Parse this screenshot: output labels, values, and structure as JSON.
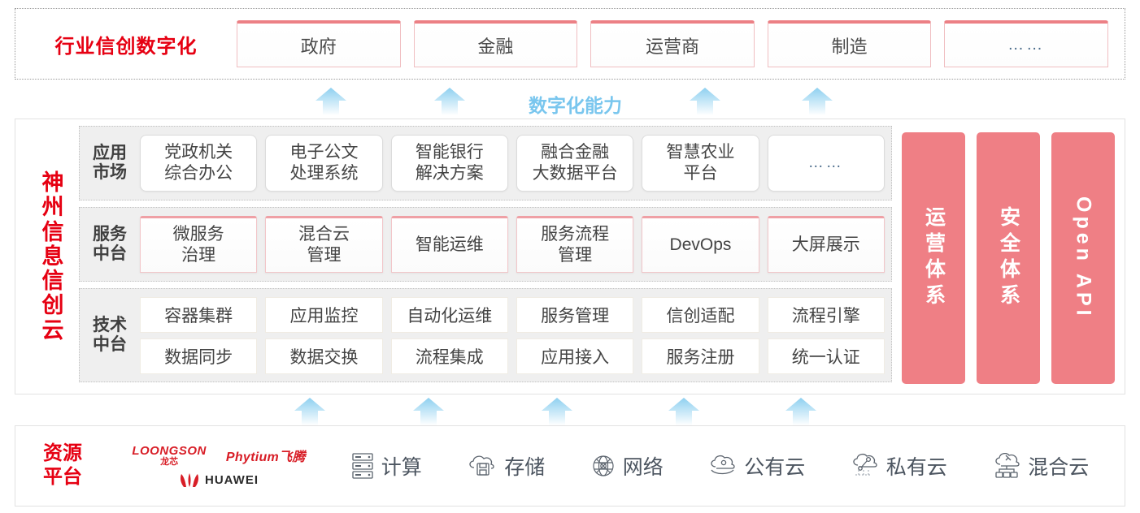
{
  "colors": {
    "brand_red": "#e60012",
    "pink_pillar": "#ef7f85",
    "arrow_blue": "#a8dcf5",
    "label_blue": "#79c6ee",
    "panel_gray": "#efefef"
  },
  "industry": {
    "label": "行业信创数字化",
    "boxes": [
      {
        "label": "政府"
      },
      {
        "label": "金融"
      },
      {
        "label": "运营商"
      },
      {
        "label": "制造"
      },
      {
        "label": "……"
      }
    ]
  },
  "digital_capability": {
    "label": "数字化能力",
    "arrow_count": 4
  },
  "cloud": {
    "side_label": "神州信息信创云",
    "tiers": [
      {
        "id": "app-market",
        "label": "应用\n市场",
        "label_line1": "应用",
        "label_line2": "市场",
        "cells": [
          {
            "line1": "党政机关",
            "line2": "综合办公"
          },
          {
            "line1": "电子公文",
            "line2": "处理系统"
          },
          {
            "line1": "智能银行",
            "line2": "解决方案"
          },
          {
            "line1": "融合金融",
            "line2": "大数据平台"
          },
          {
            "line1": "智慧农业",
            "line2": "平台"
          },
          {
            "line1": "……",
            "line2": ""
          }
        ]
      },
      {
        "id": "service-platform",
        "label_line1": "服务",
        "label_line2": "中台",
        "cells": [
          {
            "line1": "微服务",
            "line2": "治理"
          },
          {
            "line1": "混合云",
            "line2": "管理"
          },
          {
            "line1": "智能运维",
            "line2": ""
          },
          {
            "line1": "服务流程",
            "line2": "管理"
          },
          {
            "line1": "DevOps",
            "line2": ""
          },
          {
            "line1": "大屏展示",
            "line2": ""
          }
        ]
      },
      {
        "id": "tech-platform",
        "label_line1": "技术",
        "label_line2": "中台",
        "row1": [
          "容器集群",
          "应用监控",
          "自动化运维",
          "服务管理",
          "信创适配",
          "流程引擎"
        ],
        "row2": [
          "数据同步",
          "数据交换",
          "流程集成",
          "应用接入",
          "服务注册",
          "统一认证"
        ]
      }
    ],
    "pillars": [
      {
        "text": "运营体系",
        "latin": false
      },
      {
        "text": "安全体系",
        "latin": false
      },
      {
        "text": "Open API",
        "latin": true
      }
    ]
  },
  "lower_arrows": {
    "arrow_count": 5
  },
  "resource": {
    "label_line1": "资源",
    "label_line2": "平台",
    "vendors": [
      {
        "name": "LOONGSON",
        "cn": "龙芯",
        "type": "loongson"
      },
      {
        "name": "Phytium飞腾",
        "cn": "",
        "type": "phytium"
      },
      {
        "name": "HUAWEI",
        "cn": "",
        "type": "huawei"
      }
    ],
    "items": [
      {
        "icon": "server-rack-icon",
        "label": "计算"
      },
      {
        "icon": "cloud-storage-icon",
        "label": "存储"
      },
      {
        "icon": "network-globe-icon",
        "label": "网络"
      },
      {
        "icon": "public-cloud-icon",
        "label": "公有云"
      },
      {
        "icon": "private-cloud-icon",
        "label": "私有云"
      },
      {
        "icon": "hybrid-cloud-icon",
        "label": "混合云"
      }
    ]
  }
}
